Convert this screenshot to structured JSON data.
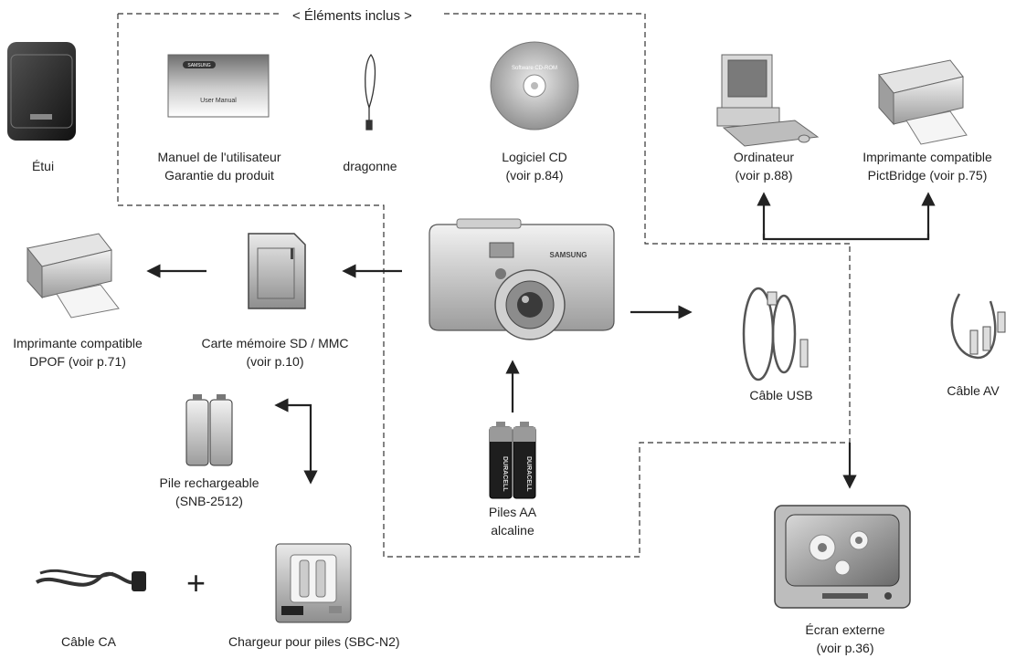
{
  "included_title": "< Éléments inclus >",
  "items": {
    "etui": {
      "label": "Étui"
    },
    "manuel": {
      "line1": "Manuel de l'utilisateur",
      "line2": "Garantie du produit",
      "cover_text": "User Manual",
      "brand": "SAMSUNG"
    },
    "dragonne": {
      "label": "dragonne"
    },
    "cd": {
      "line1": "Logiciel CD",
      "line2": "(voir p.84)",
      "disc_text": "Software CD-ROM"
    },
    "ordinateur": {
      "line1": "Ordinateur",
      "line2": "(voir p.88)"
    },
    "pictbridge": {
      "line1": "Imprimante compatible",
      "line2": "PictBridge (voir p.75)"
    },
    "dpof": {
      "line1": "Imprimante compatible",
      "line2": "DPOF (voir p.71)"
    },
    "carte": {
      "line1": "Carte mémoire SD / MMC",
      "line2": "(voir p.10)"
    },
    "usb": {
      "label": "Câble USB"
    },
    "av": {
      "label": "Câble AV"
    },
    "pile": {
      "line1": "Pile rechargeable",
      "line2": "(SNB-2512)"
    },
    "piles_aa": {
      "line1": "Piles AA",
      "line2": "alcaline",
      "brand": "DURACELL"
    },
    "cable_ca": {
      "label": "Câble CA"
    },
    "chargeur": {
      "label": "Chargeur pour piles (SBC-N2)"
    },
    "ecran": {
      "line1": "Écran externe",
      "line2": "(voir p.36)"
    }
  },
  "plus_sign": "+",
  "camera_brand": "SAMSUNG"
}
